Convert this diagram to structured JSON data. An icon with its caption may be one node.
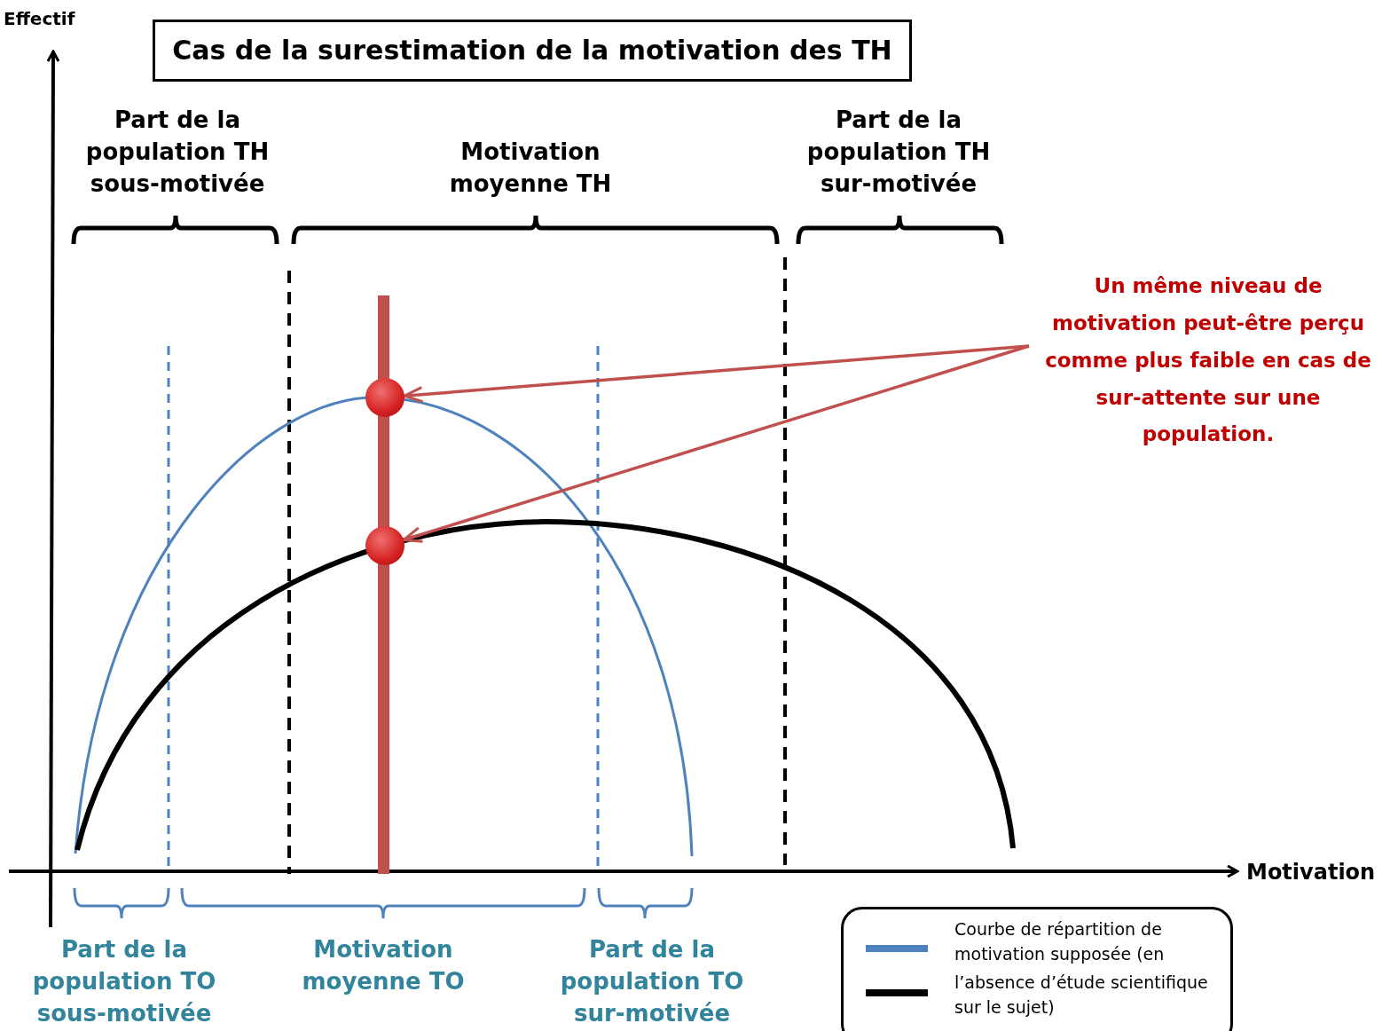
{
  "diagram": {
    "title": "Cas de la surestimation de la motivation des TH",
    "nodes": [
      {
        "text": [
          "Un même niveau de motivation peut-être perçu comme plus faible en cas de sur-attente sur une population."
        ]
      },
      {
        "text": [],
        "shape": "circle"
      },
      {
        "text": [],
        "shape": "circle"
      }
    ],
    "edges": [
      {
        "from": 0,
        "to": 1,
        "arrow": "to"
      },
      {
        "from": 0,
        "to": 2,
        "arrow": "to"
      }
    ],
    "labels": [
      "Effectif",
      "Part de la population TH sous-motivée",
      "Motivation moyenne TH",
      "Part de la population TH sur-motivée",
      "Motivation",
      "Part de la population TO sous-motivée",
      "Motivation moyenne TO",
      "Part de la population TO sur-motivée"
    ],
    "legend": [
      {
        "text": "Courbe de répartition de motivation supposée (en"
      },
      {
        "text": "l’absence d’étude scientifique sur le sujet)"
      }
    ]
  }
}
